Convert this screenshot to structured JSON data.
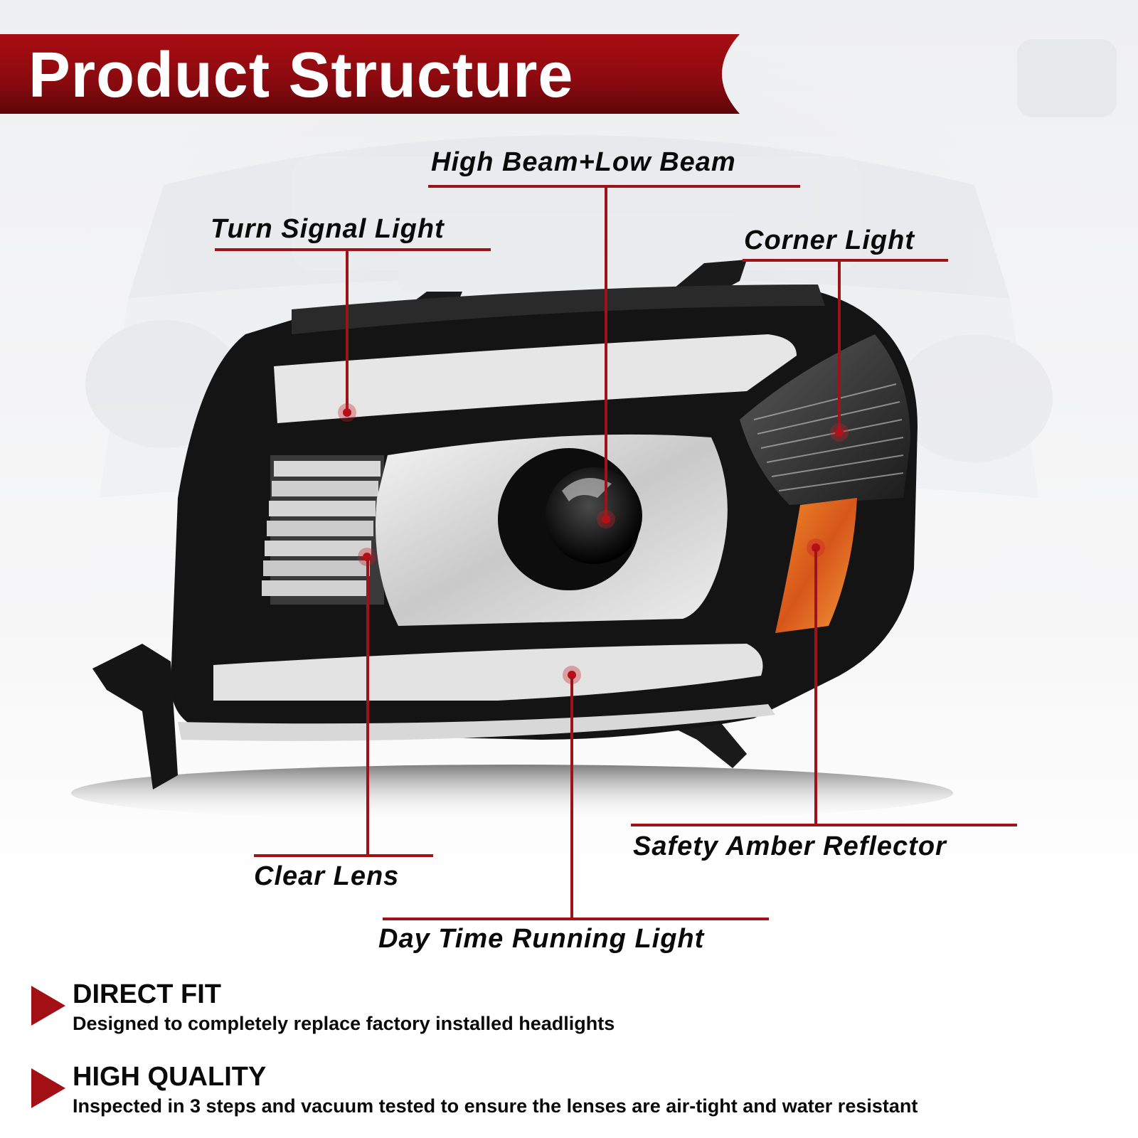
{
  "banner": {
    "title": "Product Structure"
  },
  "callouts": [
    {
      "id": "high-beam-low-beam",
      "label": "High Beam+Low Beam"
    },
    {
      "id": "turn-signal-light",
      "label": "Turn Signal Light"
    },
    {
      "id": "corner-light",
      "label": "Corner Light"
    },
    {
      "id": "safety-amber-reflector",
      "label": "Safety Amber Reflector"
    },
    {
      "id": "clear-lens",
      "label": "Clear Lens"
    },
    {
      "id": "day-time-running-light",
      "label": "Day Time Running Light"
    }
  ],
  "features": [
    {
      "title": "DIRECT FIT",
      "description": "Designed to completely replace factory installed headlights",
      "icon": "triangle-bullet-icon"
    },
    {
      "title": "HIGH QUALITY",
      "description": "Inspected in 3 steps and vacuum tested to ensure the lenses are air-tight and water resistant",
      "icon": "triangle-bullet-icon"
    }
  ],
  "colors": {
    "accent_red": "#9c1318",
    "banner_red_top": "#a80d12",
    "banner_red_bottom": "#5e0508",
    "amber": "#e0691a",
    "text": "#0a0a0a"
  }
}
